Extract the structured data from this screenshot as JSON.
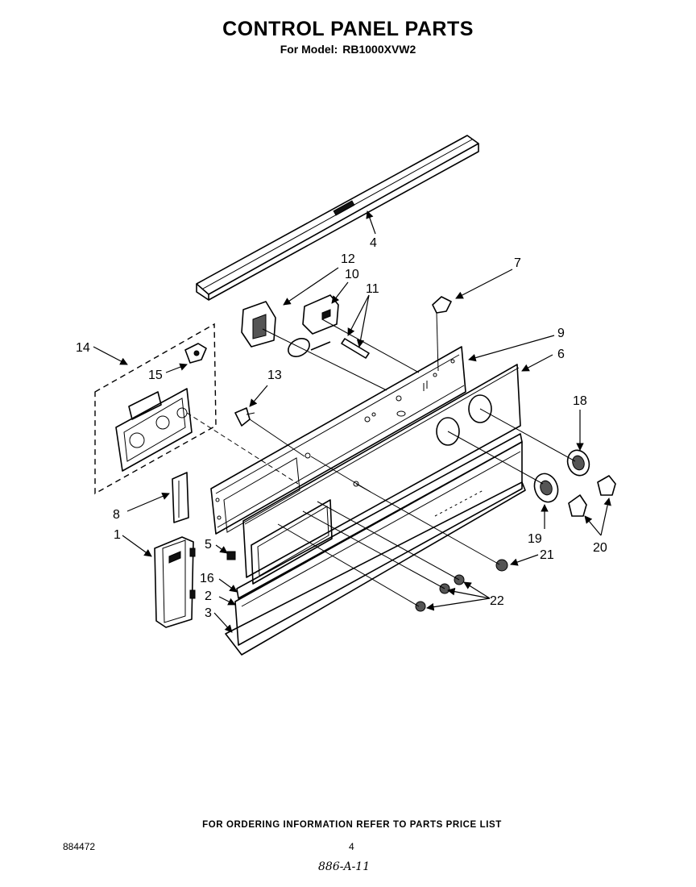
{
  "header": {
    "title": "CONTROL PANEL PARTS",
    "model_prefix": "For Model:",
    "model_number": "RB1000XVW2"
  },
  "callouts": {
    "c1": "1",
    "c2": "2",
    "c3": "3",
    "c4": "4",
    "c5": "5",
    "c6": "6",
    "c7": "7",
    "c8": "8",
    "c9": "9",
    "c10": "10",
    "c11": "11",
    "c12": "12",
    "c13": "13",
    "c14": "14",
    "c15": "15",
    "c16": "16",
    "c18": "18",
    "c19": "19",
    "c20": "20",
    "c21": "21",
    "c22": "22"
  },
  "footer": {
    "ordering_note": "FOR ORDERING INFORMATION REFER TO PARTS PRICE LIST",
    "document_number": "884472",
    "page_number": "4",
    "handwritten_note": "886-A-11"
  }
}
